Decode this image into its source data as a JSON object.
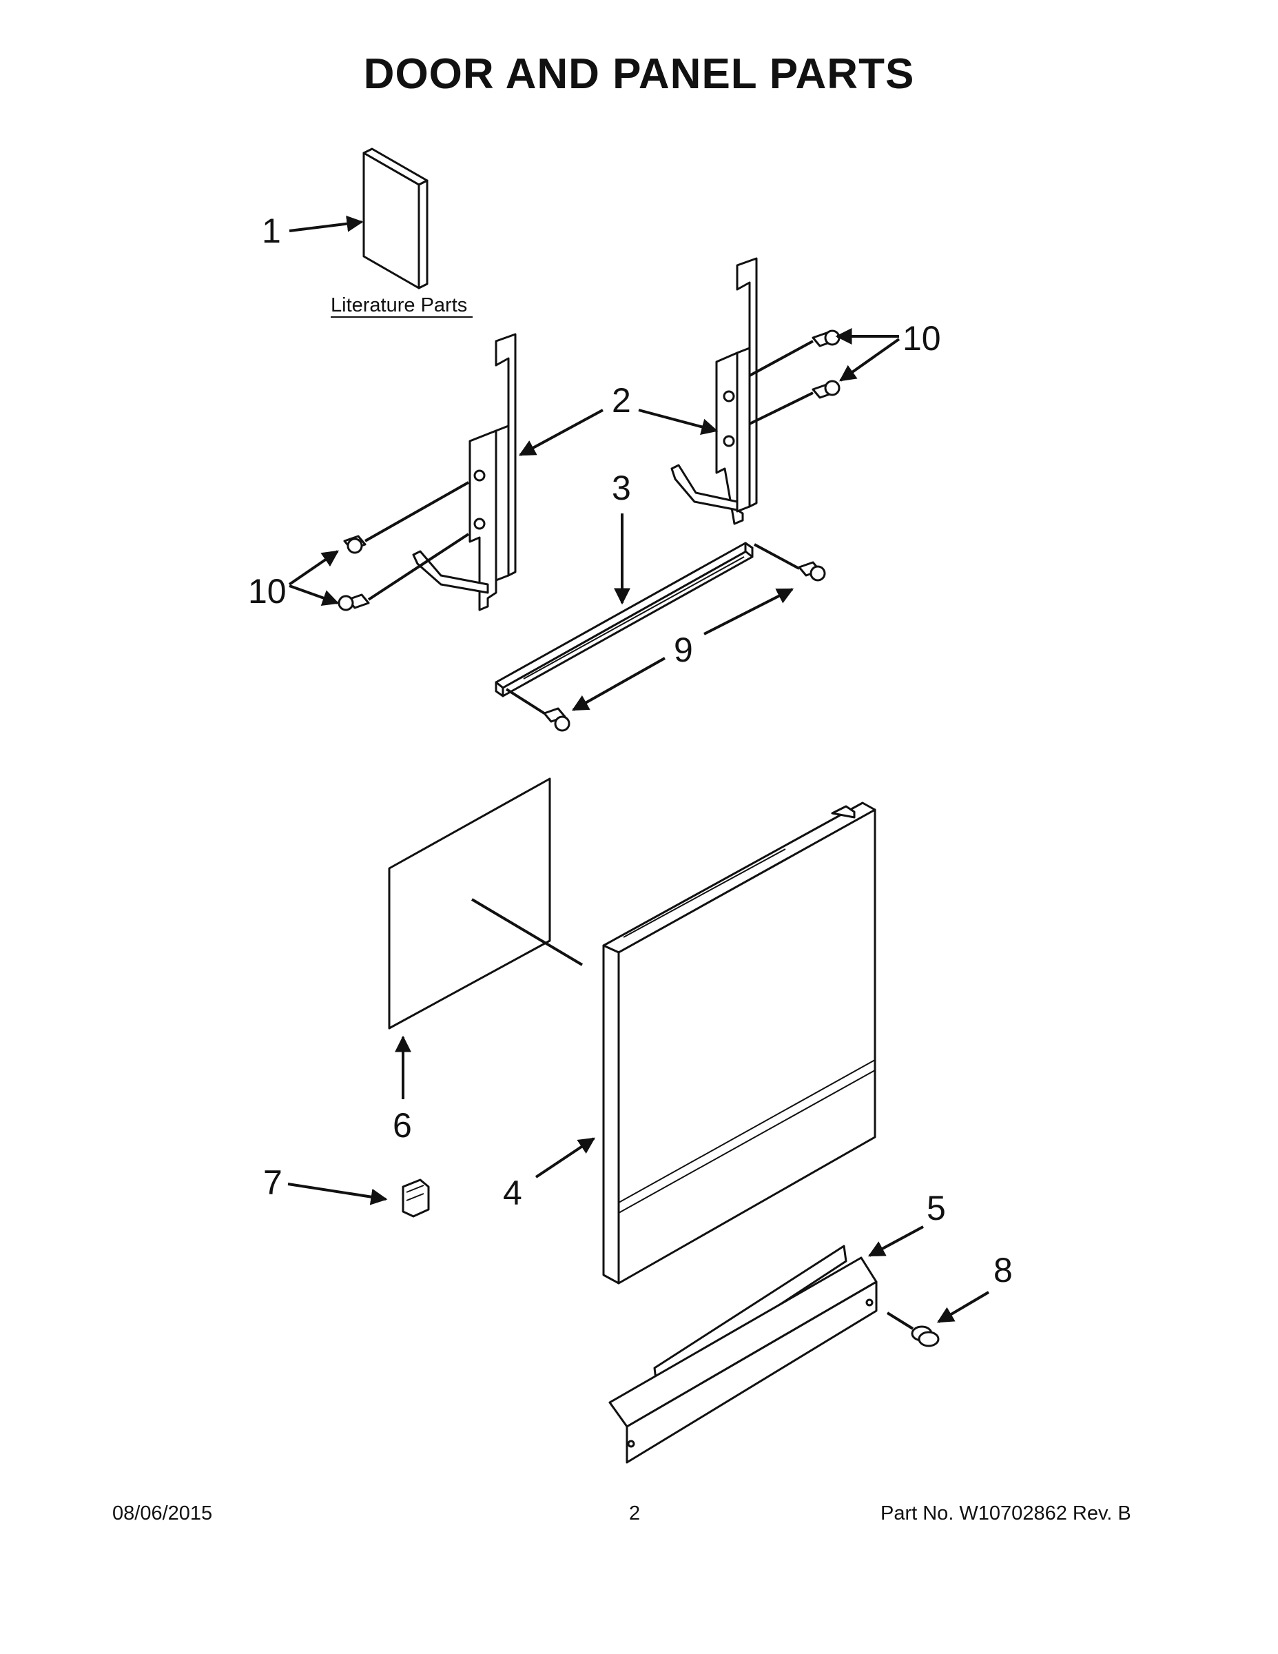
{
  "header": {
    "title": "DOOR AND PANEL PARTS"
  },
  "diagram": {
    "literature_label": "Literature Parts",
    "callouts": [
      "1",
      "2",
      "3",
      "4",
      "5",
      "6",
      "7",
      "8",
      "9",
      "10",
      "10"
    ]
  },
  "footer": {
    "date": "08/06/2015",
    "page": "2",
    "part_no": "Part No.  W10702862  Rev.  B"
  }
}
